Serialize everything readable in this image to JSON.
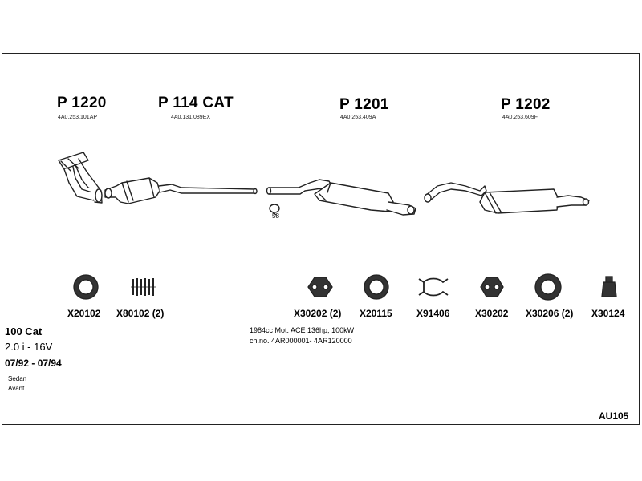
{
  "parts": [
    {
      "number": "P 1220",
      "oem": "4A0.253.101AP"
    },
    {
      "number": "P 114 CAT",
      "oem": "4A0.131.089EX"
    },
    {
      "number": "P 1201",
      "oem": "4A0.253.409A"
    },
    {
      "number": "P 1202",
      "oem": "4A0.253.609F"
    }
  ],
  "reference_number": "58",
  "accessories": [
    {
      "code": "X20102",
      "icon": "ring-gasket-icon"
    },
    {
      "code": "X80102 (2)",
      "icon": "spring-icon"
    },
    {
      "code": "X30202 (2)",
      "icon": "rubber-hanger-icon"
    },
    {
      "code": "X20115",
      "icon": "ring-gasket-icon"
    },
    {
      "code": "X91406",
      "icon": "clamp-icon"
    },
    {
      "code": "X30202",
      "icon": "rubber-hanger-icon"
    },
    {
      "code": "X30206 (2)",
      "icon": "ring-gasket-icon"
    },
    {
      "code": "X30124",
      "icon": "sleeve-icon"
    }
  ],
  "vehicle": {
    "model": "100 Cat",
    "engine": "2.0 i - 16V",
    "years": "07/92 - 07/94",
    "body_types": [
      "Sedan",
      "Avant"
    ]
  },
  "specs": {
    "line1": "1984cc Mot. ACE 136hp, 100kW",
    "line2": "ch.no. 4AR000001- 4AR120000"
  },
  "diagram_code": "AU105"
}
